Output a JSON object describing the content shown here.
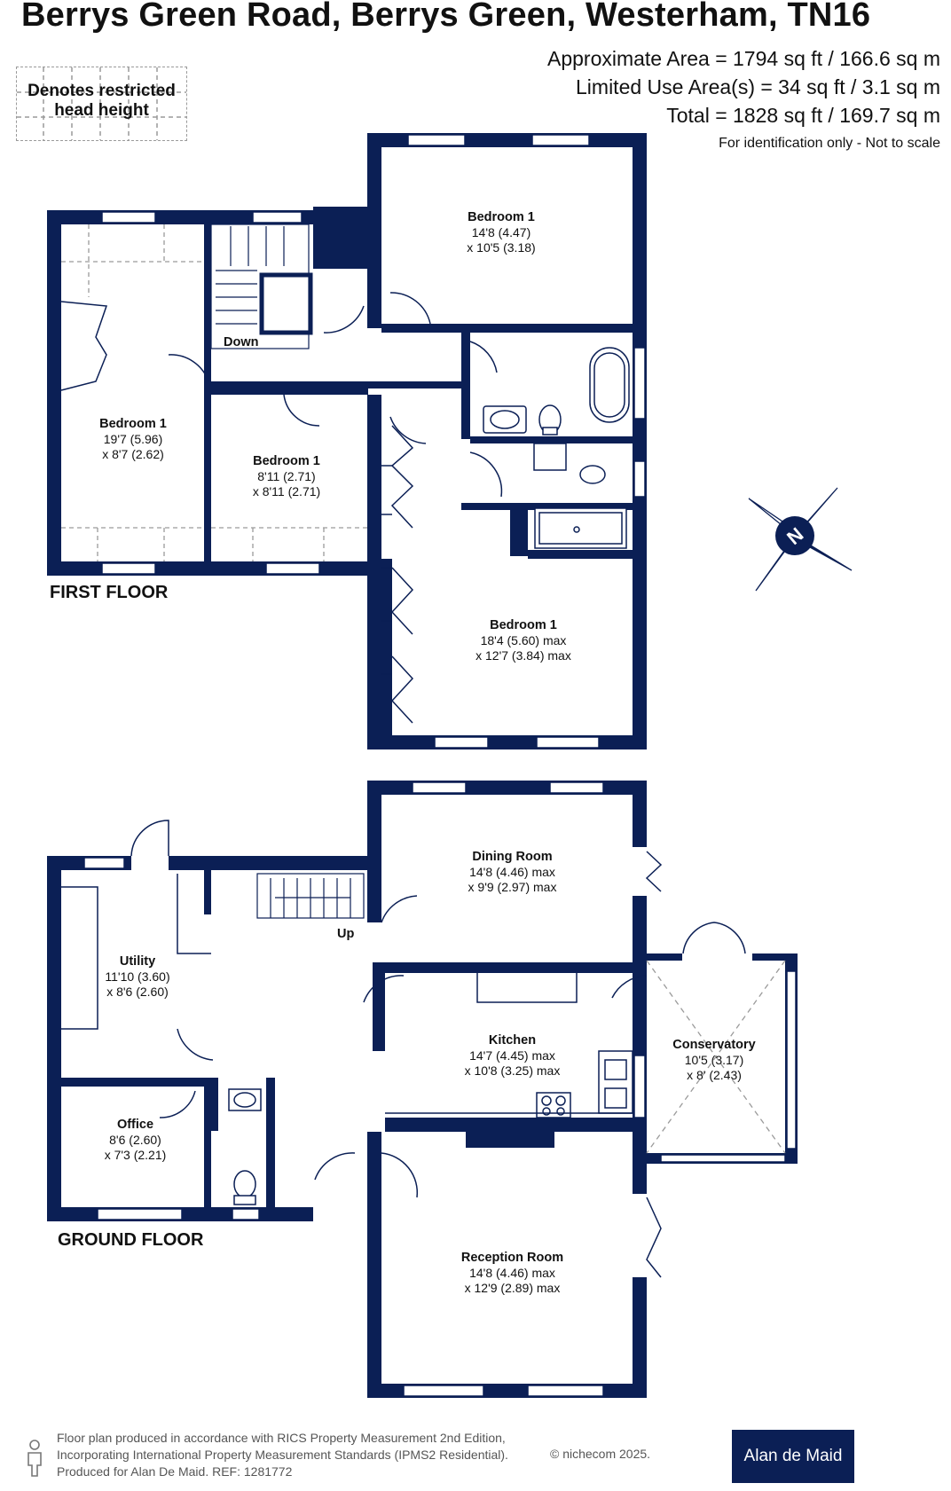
{
  "header": {
    "title": "Berrys Green Road, Berrys Green, Westerham, TN16",
    "area_approx": "Approximate Area = 1794 sq ft / 166.6 sq m",
    "area_limited": "Limited Use Area(s) = 34 sq ft / 3.1 sq m",
    "area_total": "Total = 1828 sq ft / 169.7 sq m",
    "note": "For identification only - Not to scale"
  },
  "legend": {
    "line1": "Denotes restricted",
    "line2": "head height"
  },
  "first_floor": {
    "label": "FIRST FLOOR",
    "down_label": "Down",
    "rooms": [
      {
        "name": "Bedroom 1",
        "dim1": "14'8 (4.47)",
        "dim2": "x 10'5 (3.18)"
      },
      {
        "name": "Bedroom 1",
        "dim1": "19'7 (5.96)",
        "dim2": "x 8'7 (2.62)"
      },
      {
        "name": "Bedroom 1",
        "dim1": "8'11 (2.71)",
        "dim2": "x 8'11 (2.71)"
      },
      {
        "name": "Bedroom 1",
        "dim1": "18'4 (5.60) max",
        "dim2": "x 12'7 (3.84) max"
      }
    ]
  },
  "ground_floor": {
    "label": "GROUND FLOOR",
    "up_label": "Up",
    "rooms": [
      {
        "name": "Dining Room",
        "dim1": "14'8 (4.46) max",
        "dim2": "x 9'9 (2.97) max"
      },
      {
        "name": "Utility",
        "dim1": "11'10 (3.60)",
        "dim2": "x 8'6 (2.60)"
      },
      {
        "name": "Kitchen",
        "dim1": "14'7 (4.45) max",
        "dim2": "x 10'8 (3.25) max"
      },
      {
        "name": "Conservatory",
        "dim1": "10'5 (3.17)",
        "dim2": "x 8' (2.43)"
      },
      {
        "name": "Office",
        "dim1": "8'6 (2.60)",
        "dim2": "x 7'3 (2.21)"
      },
      {
        "name": "Reception Room",
        "dim1": "14'8 (4.46) max",
        "dim2": "x 12'9 (2.89) max"
      }
    ]
  },
  "footer": {
    "line1": "Floor plan produced in accordance with RICS Property Measurement 2nd Edition,",
    "line2": "Incorporating International Property Measurement Standards (IPMS2 Residential).",
    "line3": "Produced for Alan De Maid.   REF: 1281772",
    "copyright": "© nichecom 2025.",
    "brand": "Alan de Maid"
  },
  "colors": {
    "wall": "#0b1f55",
    "dashed": "#9a9a9a"
  },
  "compass": {
    "letter": "N"
  }
}
